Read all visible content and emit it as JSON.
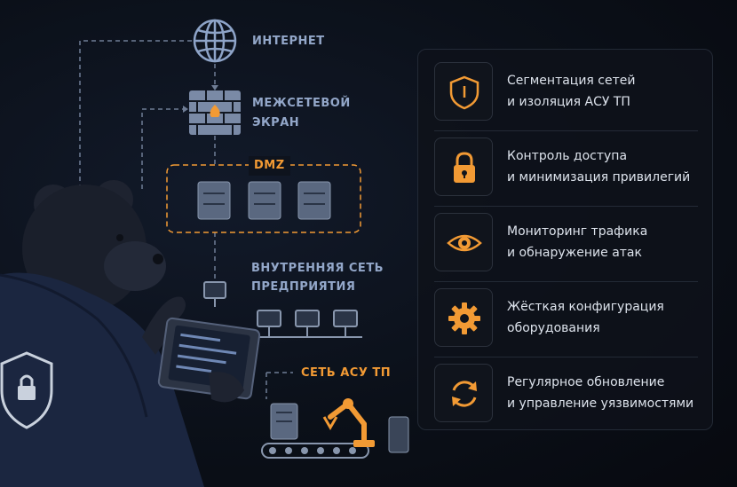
{
  "diagram": {
    "internet_label": "ИНТЕРНЕТ",
    "firewall_label_line1": "МЕЖСЕТЕВОЙ",
    "firewall_label_line2": "ЭКРАН",
    "dmz_label": "DMZ",
    "corp_label_line1": "ВНУТРЕННЯЯ СЕТЬ",
    "corp_label_line2": "ПРЕДПРИЯТИЯ",
    "ics_label": "СЕТЬ АСУ ТП"
  },
  "features": [
    {
      "icon": "shield-icon",
      "line1": "Сегментация сетей",
      "line2": "и изоляция АСУ ТП"
    },
    {
      "icon": "lock-icon",
      "line1": "Контроль доступа",
      "line2": "и минимизация привилегий"
    },
    {
      "icon": "eye-icon",
      "line1": "Мониторинг трафика",
      "line2": "и обнаружение атак"
    },
    {
      "icon": "gear-icon",
      "line1": "Жёсткая конфигурация",
      "line2": "оборудования"
    },
    {
      "icon": "refresh-icon",
      "line1": "Регулярное обновление",
      "line2": "и управление уязвимостями"
    }
  ],
  "colors": {
    "accent": "#f29a34",
    "label_blue": "#93a7c9",
    "panel_border": "#232a36"
  }
}
